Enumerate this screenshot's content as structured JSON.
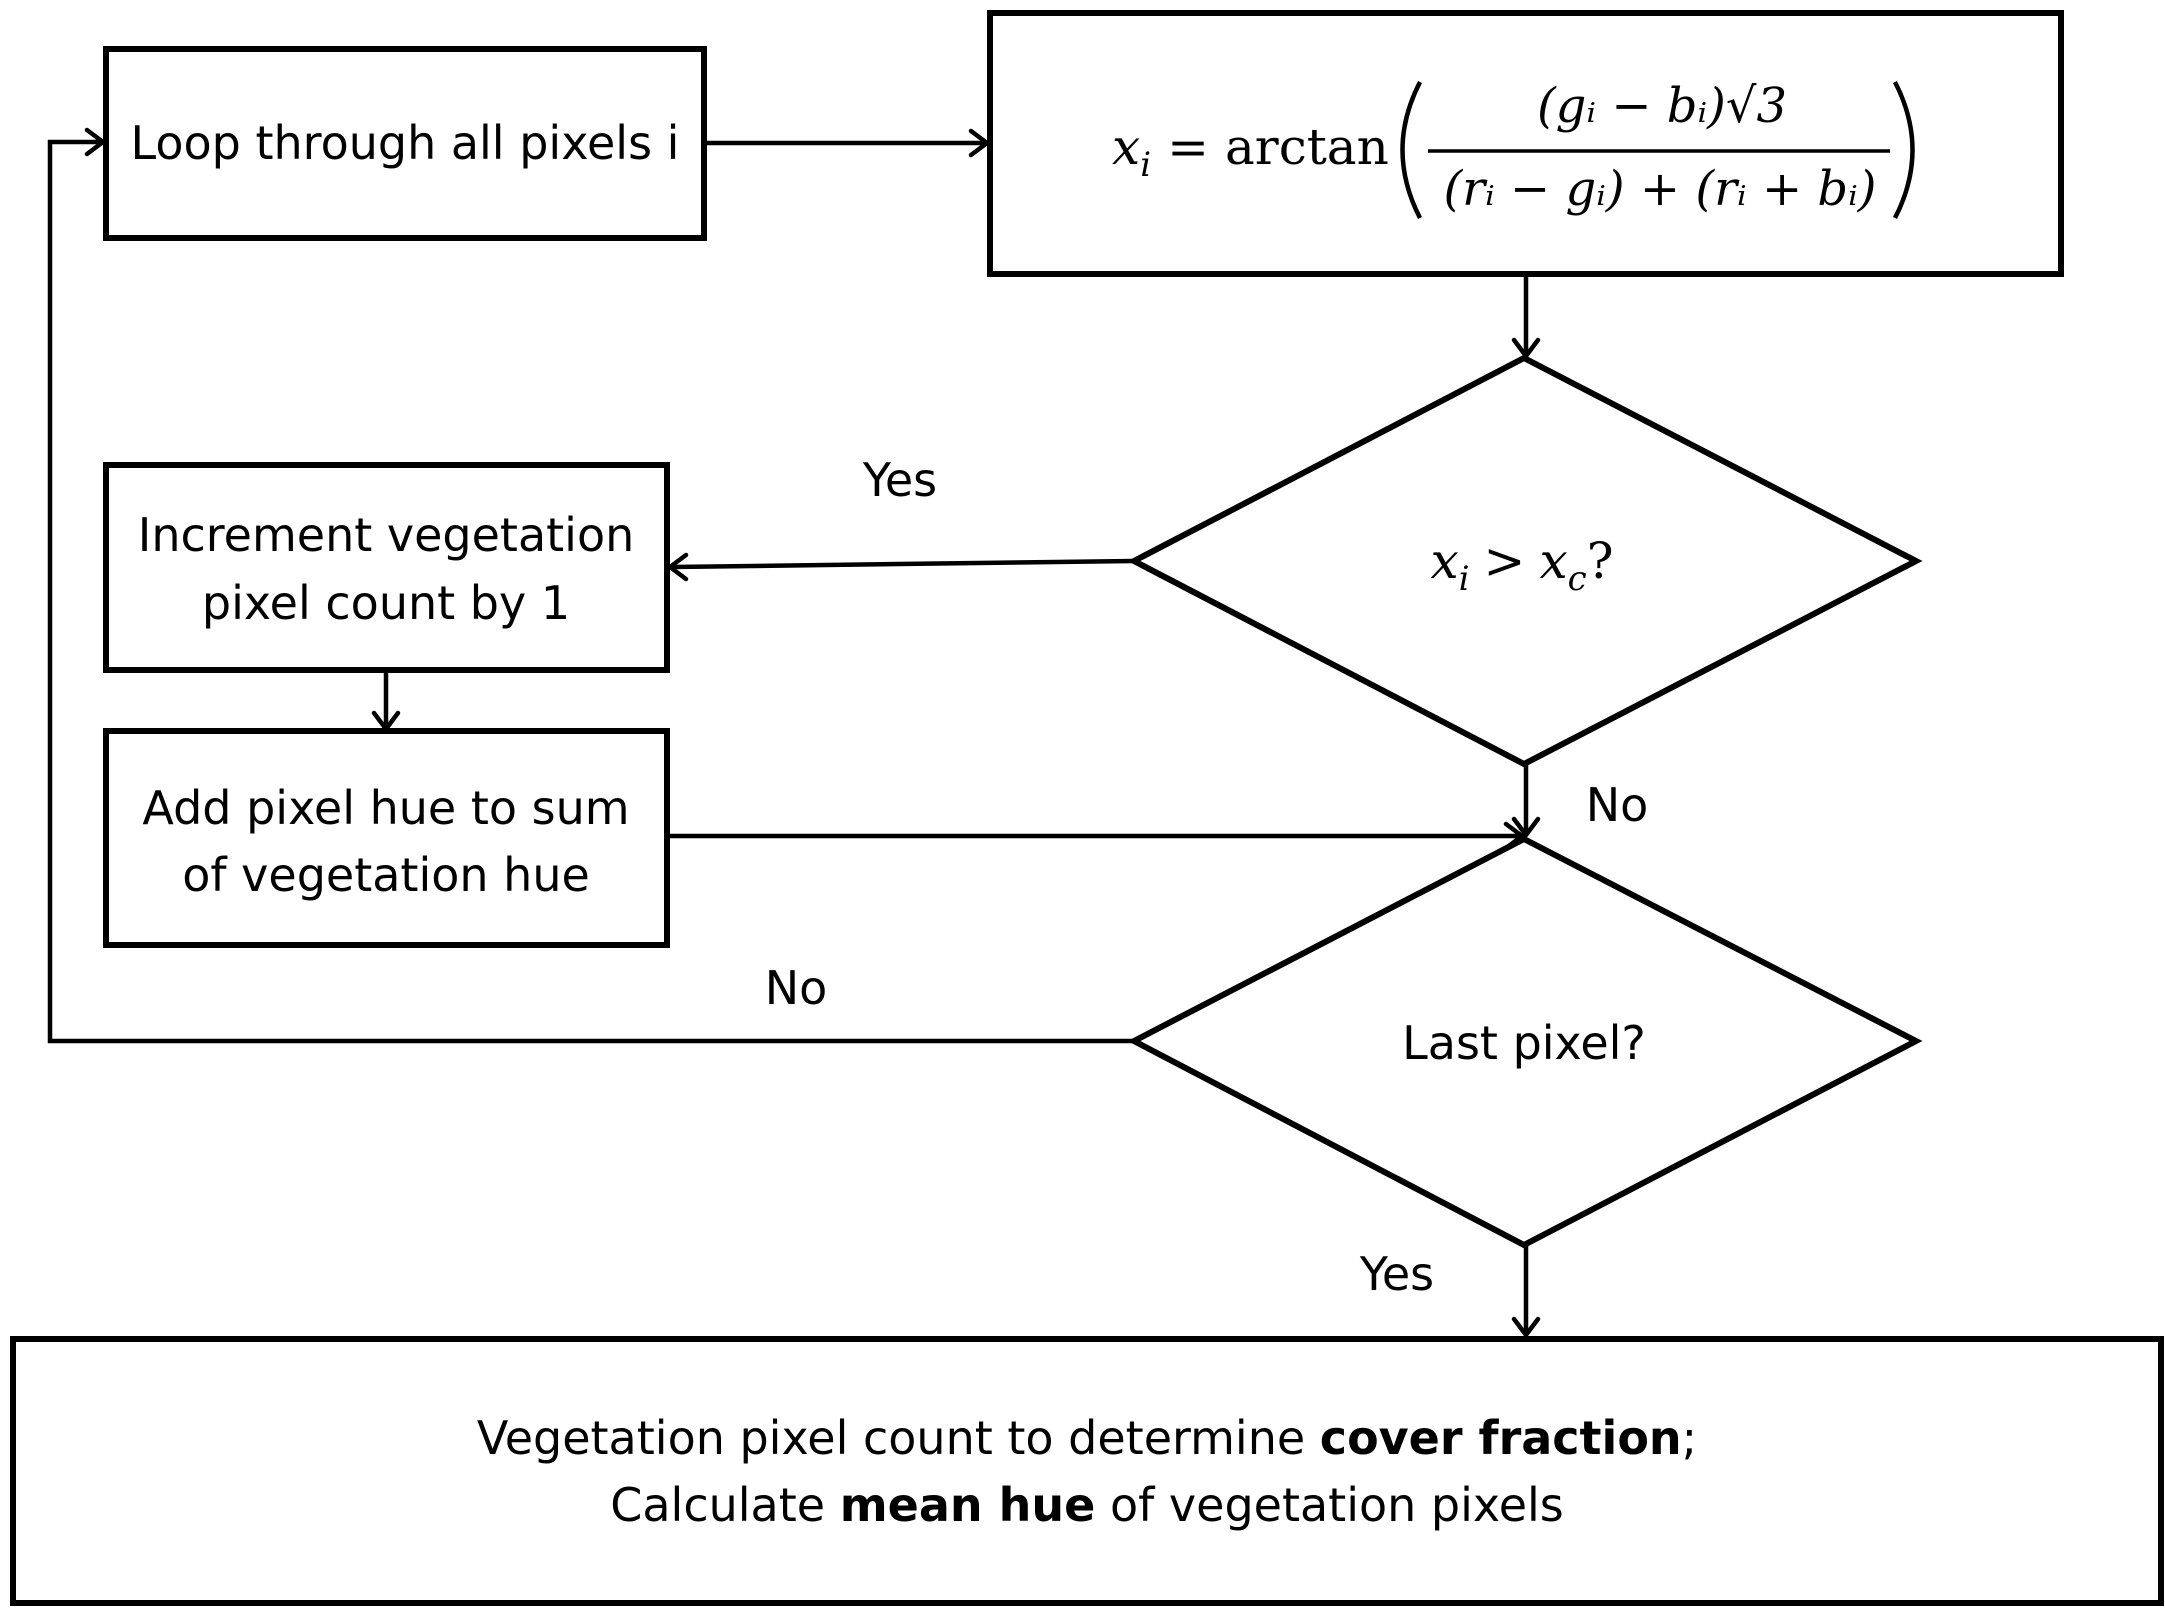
{
  "nodes": {
    "loop": {
      "label": "Loop through all pixels i"
    },
    "formula": {
      "lhs_var": "x",
      "lhs_sub": "i",
      "equals": "=",
      "func": "arctan",
      "numerator": "(gᵢ − bᵢ)√3",
      "denominator": "(rᵢ − gᵢ) + (rᵢ + bᵢ)"
    },
    "decision_threshold": {
      "var1": "x",
      "sub1": "i",
      "op": ">",
      "var2": "x",
      "sub2": "c",
      "q": "?"
    },
    "increment": {
      "line1": "Increment vegetation",
      "line2": "pixel count by 1"
    },
    "add_hue": {
      "line1": "Add pixel hue to sum",
      "line2": "of vegetation hue"
    },
    "decision_last": {
      "label": "Last pixel?"
    },
    "result": {
      "line1_pre": "Vegetation pixel count to determine ",
      "line1_bold": "cover fraction",
      "line1_post": ";",
      "line2_pre": "Calculate ",
      "line2_bold": "mean hue",
      "line2_post": " of vegetation pixels"
    }
  },
  "edges": {
    "threshold_yes": "Yes",
    "threshold_no": "No",
    "last_no": "No",
    "last_yes": "Yes"
  }
}
